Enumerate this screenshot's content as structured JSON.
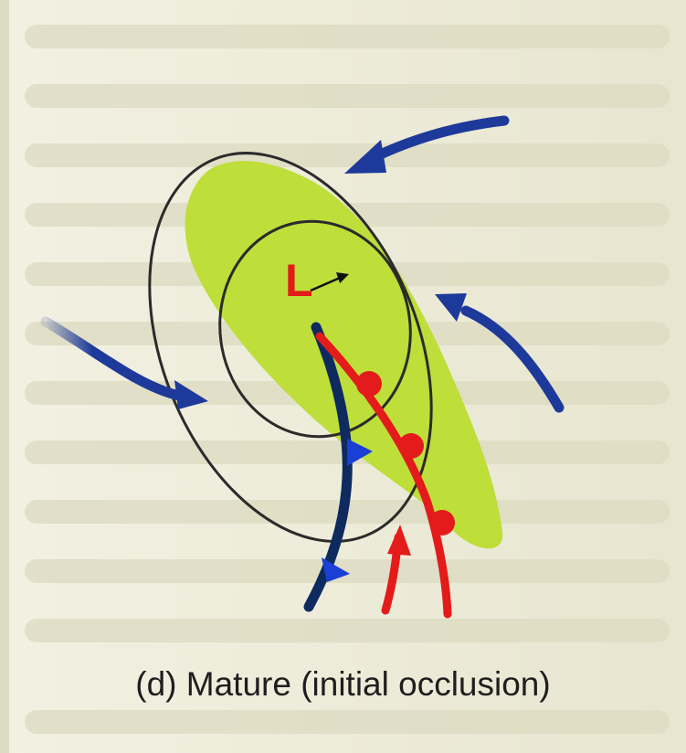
{
  "caption": "(d) Mature (initial occlusion)",
  "low_label": "L",
  "colors": {
    "background": "#ecebd8",
    "cloud_band": "#bede3a",
    "isobars": "#2b2b2b",
    "cold_air_arrows": "#1d3a9a",
    "warm_air_arrow": "#e31b1b",
    "cold_front": "#0e2a5e",
    "cold_front_triangles": "#1a3fd4",
    "warm_front": "#e31b1b",
    "low_center": "#e31b1b"
  },
  "icons": {
    "cold_front_symbol": "triangle",
    "warm_front_symbol": "semicircle",
    "low_motion": "arrow"
  }
}
